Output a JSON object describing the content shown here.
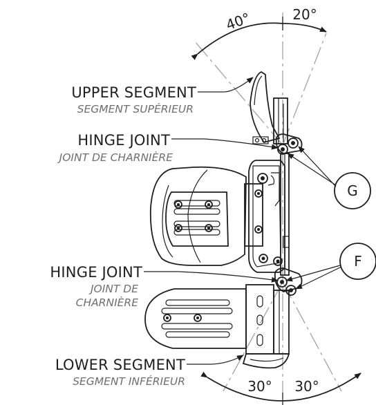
{
  "labels": {
    "upper_segment_en": "UPPER SEGMENT",
    "upper_segment_fr": "SEGMENT SUPÉRIEUR",
    "hinge_joint_upper_en": "HINGE JOINT",
    "hinge_joint_upper_fr": "JOINT DE CHARNIÈRE",
    "hinge_joint_lower_en": "HINGE JOINT",
    "hinge_joint_lower_fr_line1": "JOINT DE",
    "hinge_joint_lower_fr_line2": "CHARNIÈRE",
    "lower_segment_en": "LOWER SEGMENT",
    "lower_segment_fr": "SEGMENT INFÉRIEUR"
  },
  "angles": {
    "upper_left": "40°",
    "upper_right": "20°",
    "lower_left": "30°",
    "lower_right": "30°"
  },
  "callouts": {
    "upper": "G",
    "lower": "F"
  },
  "colors": {
    "ink": "#1e1e1e",
    "secondary_text": "#6f6f6f",
    "centerline": "#a8a8a8",
    "background": "#ffffff"
  }
}
